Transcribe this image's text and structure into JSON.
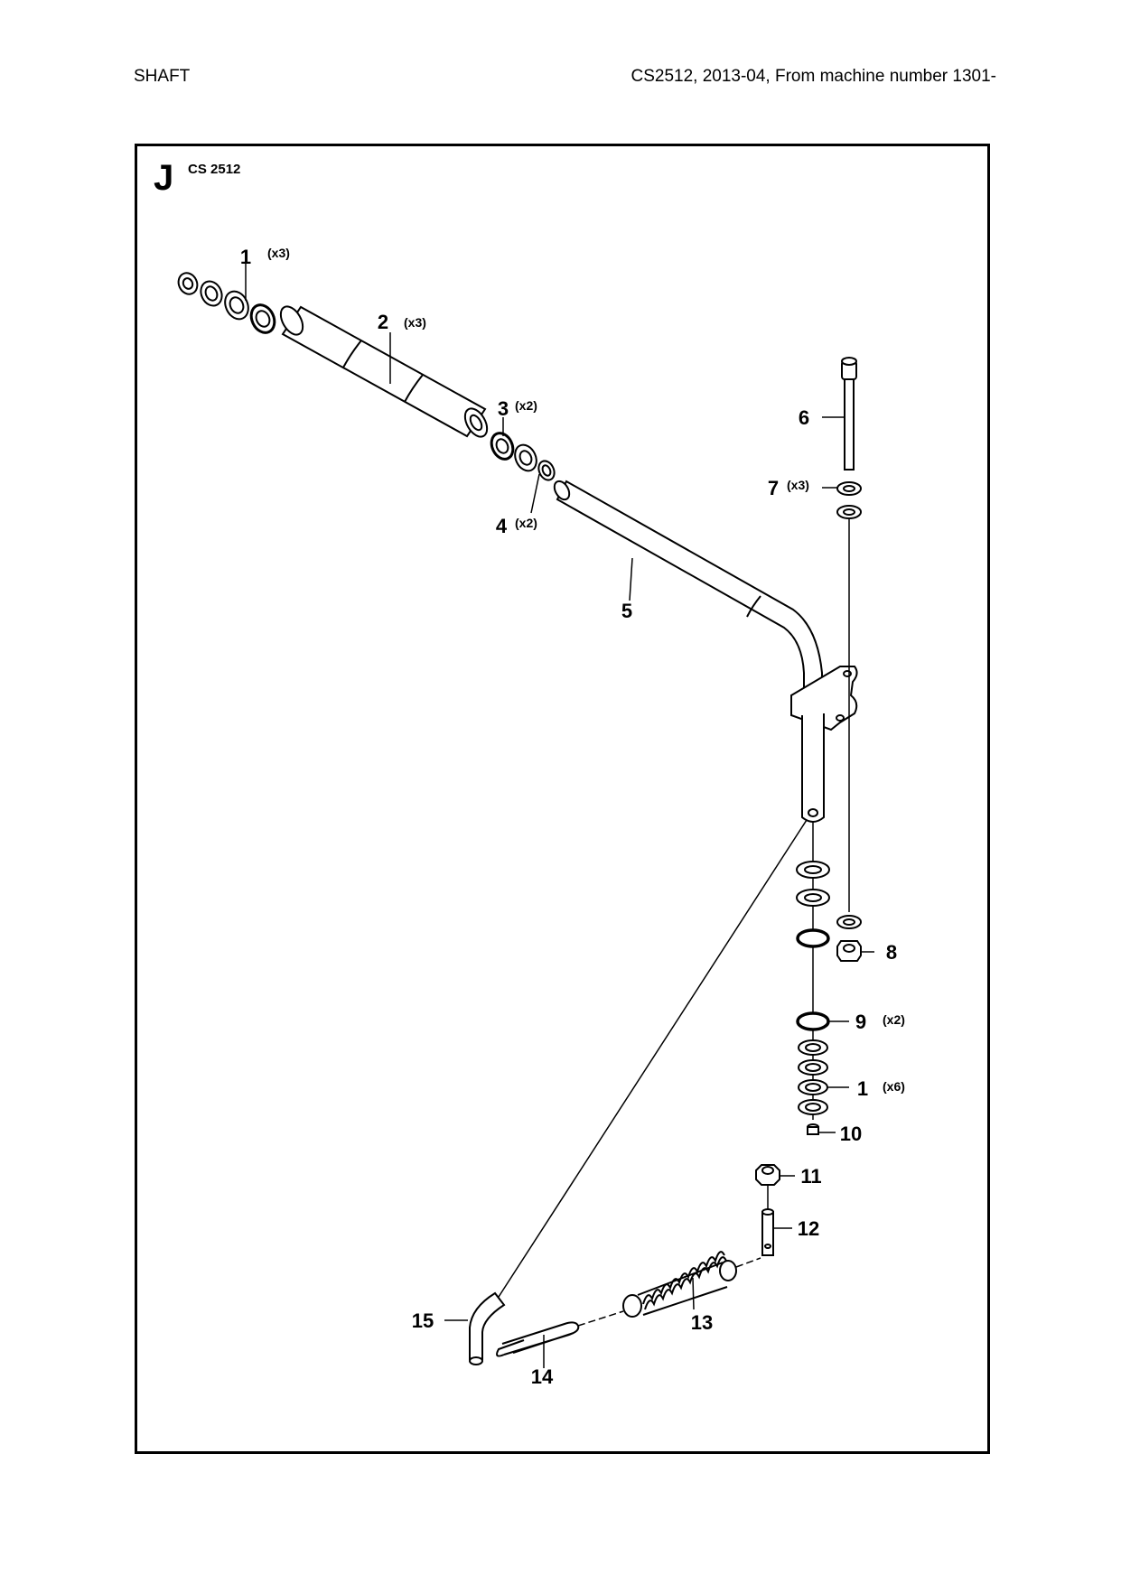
{
  "header": {
    "title": "SHAFT",
    "info": "CS2512, 2013-04, From machine number 1301-"
  },
  "diagram": {
    "section_letter": "J",
    "model": "CS 2512",
    "callouts": [
      {
        "num": "1",
        "qty": "(x3)"
      },
      {
        "num": "2",
        "qty": "(x3)"
      },
      {
        "num": "3",
        "qty": "(x2)"
      },
      {
        "num": "4",
        "qty": "(x2)"
      },
      {
        "num": "5",
        "qty": ""
      },
      {
        "num": "6",
        "qty": ""
      },
      {
        "num": "7",
        "qty": "(x3)"
      },
      {
        "num": "8",
        "qty": ""
      },
      {
        "num": "9",
        "qty": "(x2)"
      },
      {
        "num": "1",
        "qty": "(x6)"
      },
      {
        "num": "10",
        "qty": ""
      },
      {
        "num": "11",
        "qty": ""
      },
      {
        "num": "12",
        "qty": ""
      },
      {
        "num": "13",
        "qty": ""
      },
      {
        "num": "15",
        "qty": ""
      },
      {
        "num": "14",
        "qty": ""
      }
    ]
  }
}
